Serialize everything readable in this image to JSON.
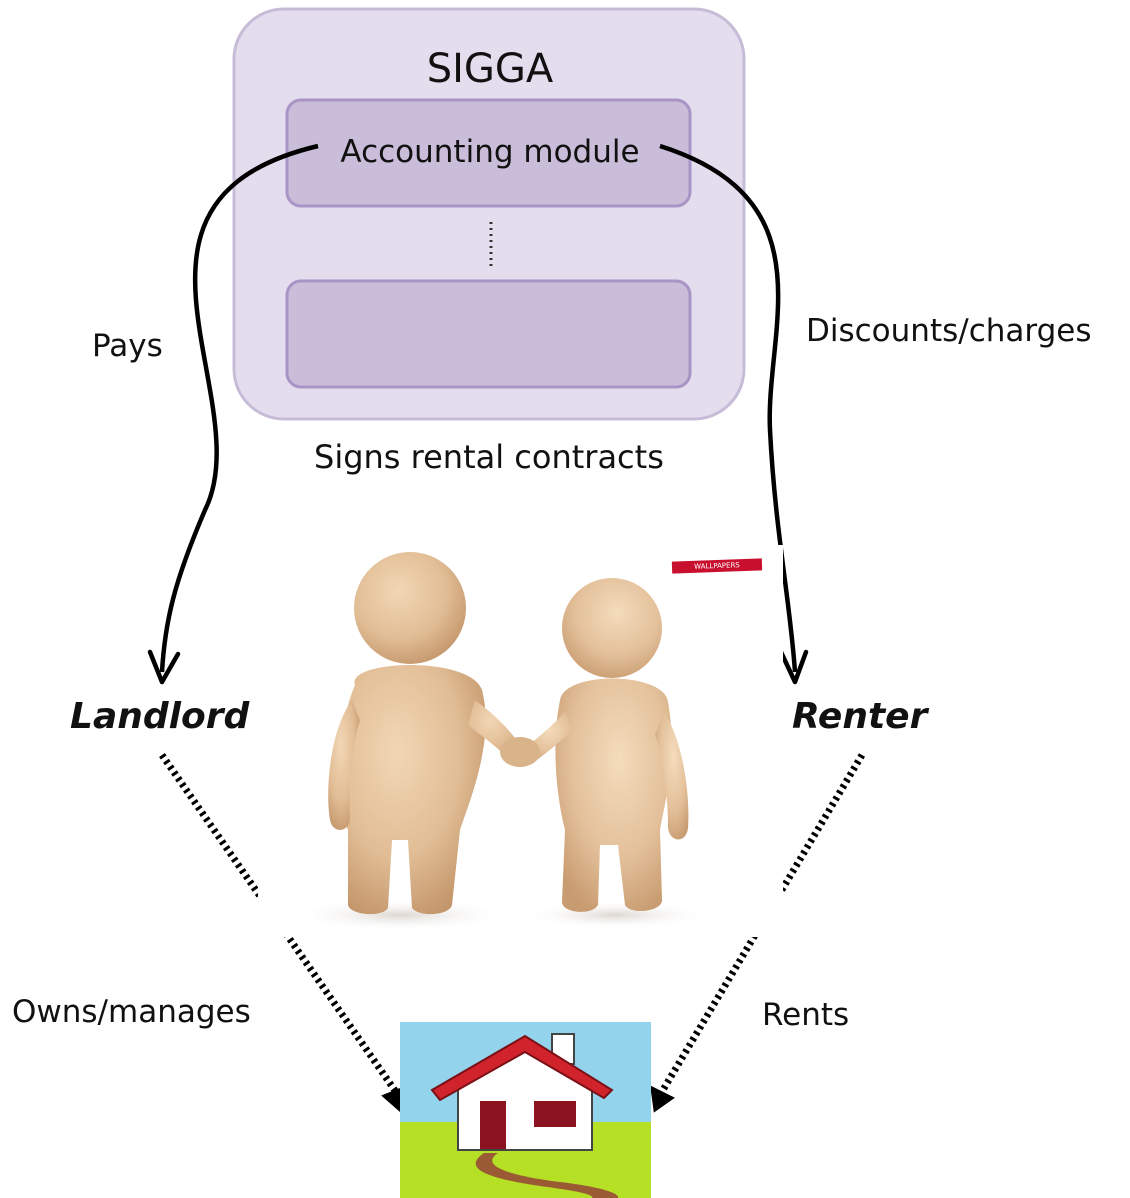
{
  "system": {
    "title": "SIGGA",
    "module_label": "Accounting module"
  },
  "edges": {
    "pays": "Pays",
    "discounts_charges": "Discounts/charges",
    "signs_contracts": "Signs rental contracts",
    "owns_manages": "Owns/manages",
    "rents": "Rents"
  },
  "actors": {
    "landlord": "Landlord",
    "renter": "Renter"
  },
  "images": {
    "watermark_text": "WALLPAPERS"
  },
  "colors": {
    "outer_box_fill": "#e4dded",
    "outer_box_stroke": "#c7bcd8",
    "module_fill": "#c9bdd9",
    "module_stroke": "#a994c6",
    "figure_skin": "#e1bd95",
    "house_sky": "#93d3ec",
    "house_grass": "#b6e025",
    "house_roof": "#d1232b",
    "house_door": "#8c1420",
    "house_path": "#9a5b34"
  }
}
